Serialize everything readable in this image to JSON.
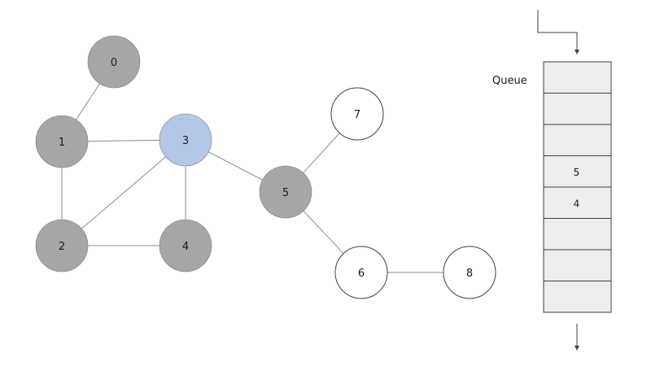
{
  "colors": {
    "visited": "#a6a6a6",
    "current": "#b4c7e7",
    "unvisited": "#ffffff",
    "node_stroke": "#7f7f7f",
    "unvisited_stroke": "#404040",
    "edge": "#8c8c8c",
    "queue_fill": "#ededed",
    "queue_stroke": "#404040"
  },
  "graph": {
    "nodes": [
      {
        "id": "0",
        "label": "0",
        "state": "visited"
      },
      {
        "id": "1",
        "label": "1",
        "state": "visited"
      },
      {
        "id": "2",
        "label": "2",
        "state": "visited"
      },
      {
        "id": "3",
        "label": "3",
        "state": "current"
      },
      {
        "id": "4",
        "label": "4",
        "state": "visited"
      },
      {
        "id": "5",
        "label": "5",
        "state": "visited"
      },
      {
        "id": "6",
        "label": "6",
        "state": "unvisited"
      },
      {
        "id": "7",
        "label": "7",
        "state": "unvisited"
      },
      {
        "id": "8",
        "label": "8",
        "state": "unvisited"
      }
    ],
    "edges": [
      [
        "0",
        "1"
      ],
      [
        "1",
        "3"
      ],
      [
        "1",
        "2"
      ],
      [
        "2",
        "3"
      ],
      [
        "2",
        "4"
      ],
      [
        "3",
        "4"
      ],
      [
        "3",
        "5"
      ],
      [
        "5",
        "7"
      ],
      [
        "5",
        "6"
      ],
      [
        "6",
        "8"
      ]
    ]
  },
  "queue": {
    "label": "Queue",
    "cells": [
      "",
      "",
      "",
      "5",
      "4",
      "",
      "",
      ""
    ]
  }
}
